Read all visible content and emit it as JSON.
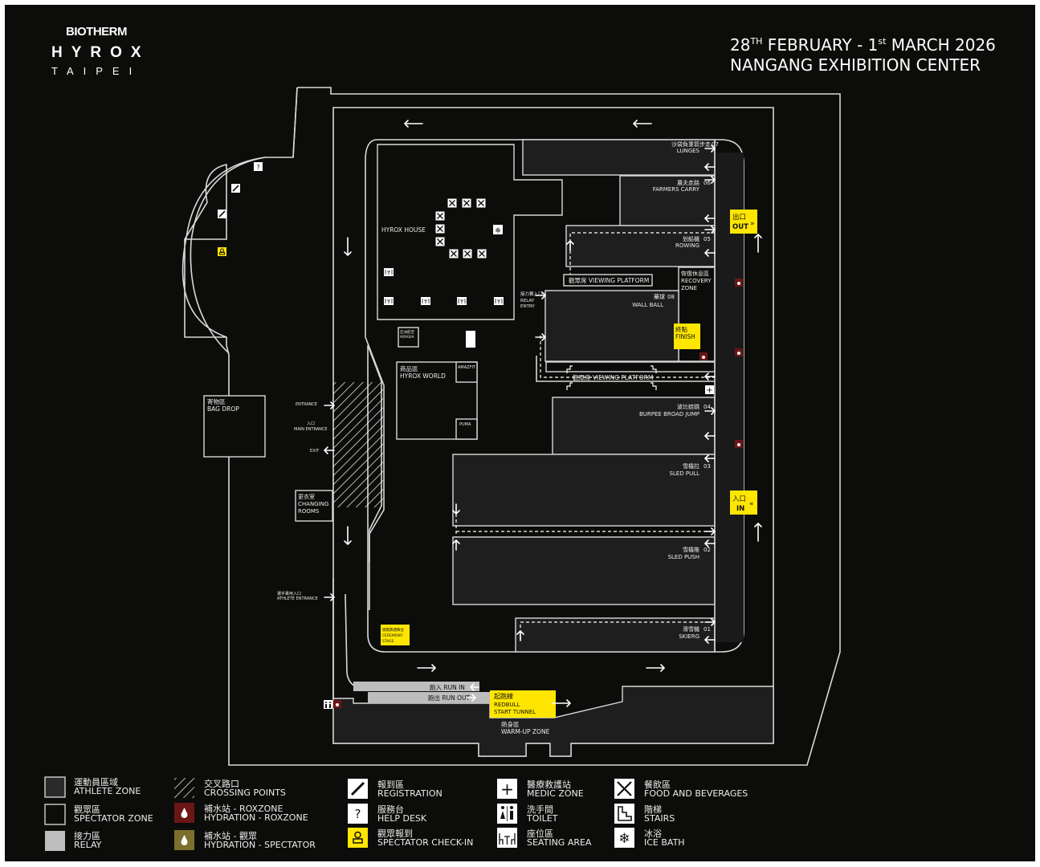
{
  "branding": {
    "sponsor": "BIOTHERM",
    "event": "HYROX",
    "city": "TAIPEI"
  },
  "header": {
    "date_line": {
      "day1": "28",
      "day1_suffix": "TH",
      "month1": " FEBRUARY - 1",
      "day2_suffix": "st",
      "rest": " MARCH 2026"
    },
    "venue": "NANGANG EXHIBITION CENTER"
  },
  "colors": {
    "background": "#0c0c0a",
    "athlete_zone": "#1e1e1e",
    "relay": "#bdbdbd",
    "highlight_yellow": "#ffe600",
    "hydration_roxzone": "#6a1616",
    "hydration_spectator": "#7b6f2e"
  },
  "stations": [
    {
      "no": "07",
      "zh": "沙袋負重箭步走",
      "en": "LUNGES"
    },
    {
      "no": "06",
      "zh": "農夫走路",
      "en": "FARMERS CARRY"
    },
    {
      "no": "05",
      "zh": "划船機",
      "en": "ROWING"
    },
    {
      "no": "08",
      "zh": "藥球",
      "en": "WALL BALL"
    },
    {
      "no": "04",
      "zh": "波比蛙跳",
      "en": "BURPEE BROAD JUMP"
    },
    {
      "no": "03",
      "zh": "雪橇拉",
      "en": "SLED PULL"
    },
    {
      "no": "02",
      "zh": "雪橇推",
      "en": "SLED PUSH"
    },
    {
      "no": "01",
      "zh": "滑雪機",
      "en": "SKIERG"
    }
  ],
  "areas": {
    "hyrox_house": "HYROX HOUSE",
    "viewing_platform_top": "觀眾席 VIEWING PLATFORM",
    "viewing_platform_bottom": "觀眾席 VIEWING PLATFORM",
    "recovery": {
      "zh": "恢復休息區",
      "en1": "RECOVERY",
      "en2": "ZONE"
    },
    "finish": {
      "zh": "終點",
      "en": "FINISH"
    },
    "relay_entry": {
      "zh": "接力賽入口",
      "en1": "RELAY",
      "en2": "ENTRY"
    },
    "out": {
      "zh": "出口",
      "en": "OUT"
    },
    "in": {
      "zh": "入口",
      "en": "IN"
    },
    "airasia": {
      "zh": "亞洲航空",
      "en": "AIRASIA"
    },
    "hyrox_world": {
      "zh": "商品區",
      "en": "HYROX WORLD"
    },
    "amazfit": "AMAZFIT",
    "puma": "PUMA",
    "bag_drop": {
      "zh": "寄物區",
      "en": "BAG DROP"
    },
    "entrance": "ENTRANCE",
    "main_entrance": {
      "zh": "入口",
      "en": "MAIN ENTRANCE"
    },
    "exit": "EXIT",
    "changing_rooms": {
      "zh": "更衣室",
      "en1": "CHANGING",
      "en2": "ROOMS"
    },
    "athlete_entrance": {
      "zh": "選手專用入口",
      "en": "ATHLETE ENTRANCE"
    },
    "ceremony_stage": {
      "zh": "頒獎典禮舞台",
      "en1": "CEREMONY",
      "en2": "STAGE"
    },
    "run_in": "跑入 RUN IN",
    "run_out": "跑出 RUN OUT",
    "start_tunnel": {
      "zh": "起跑線",
      "en1": "REDBULL",
      "en2": "START TUNNEL"
    },
    "warm_up": {
      "zh": "熱身區",
      "en": "WARM-UP ZONE"
    }
  },
  "legend": [
    {
      "zh": "運動員區域",
      "en": "ATHLETE ZONE",
      "icon": "athlete-zone-swatch"
    },
    {
      "zh": "觀眾區",
      "en": "SPECTATOR ZONE",
      "icon": "spectator-zone-swatch"
    },
    {
      "zh": "接力區",
      "en": "RELAY",
      "icon": "relay-swatch"
    },
    {
      "zh": "交叉路口",
      "en": "CROSSING POINTS",
      "icon": "crossing-hatch"
    },
    {
      "zh": "補水站 - ROXZONE",
      "en": "HYDRATION - ROXZONE",
      "icon": "water-drop-icon"
    },
    {
      "zh": "補水站 - 觀眾",
      "en": "HYDRATION - SPECTATOR",
      "icon": "water-drop-icon"
    },
    {
      "zh": "報到區",
      "en": "REGISTRATION",
      "icon": "pencil-icon"
    },
    {
      "zh": "服務台",
      "en": "HELP DESK",
      "icon": "question-icon"
    },
    {
      "zh": "觀眾報到",
      "en": "SPECTATOR CHECK-IN",
      "icon": "person-icon"
    },
    {
      "zh": "醫療救護站",
      "en": "MEDIC ZONE",
      "icon": "plus-icon"
    },
    {
      "zh": "洗手間",
      "en": "TOILET",
      "icon": "toilet-icon"
    },
    {
      "zh": "座位區",
      "en": "SEATING AREA",
      "icon": "seating-icon"
    },
    {
      "zh": "餐飲區",
      "en": "FOOD AND BEVERAGES",
      "icon": "fork-spoon-icon"
    },
    {
      "zh": "階梯",
      "en": "STAIRS",
      "icon": "stairs-icon"
    },
    {
      "zh": "冰浴",
      "en": "ICE BATH",
      "icon": "snowflake-icon"
    }
  ],
  "icons": {
    "question": "?",
    "plus": "+",
    "snowflake": "❄",
    "drop": "●",
    "double_right": "»",
    "double_left": "«",
    "toilet": "🚻"
  }
}
